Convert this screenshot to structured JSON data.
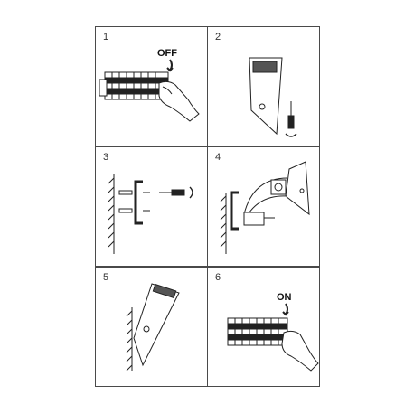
{
  "panels": [
    {
      "number": "1",
      "label": "OFF",
      "icon": "hand-switching-breaker-off"
    },
    {
      "number": "2",
      "icon": "lamp-unscrew"
    },
    {
      "number": "3",
      "icon": "wall-bracket-mount"
    },
    {
      "number": "4",
      "icon": "wiring-connect"
    },
    {
      "number": "5",
      "icon": "lamp-mounted-on-wall"
    },
    {
      "number": "6",
      "label": "ON",
      "icon": "hand-switching-breaker-on"
    }
  ]
}
